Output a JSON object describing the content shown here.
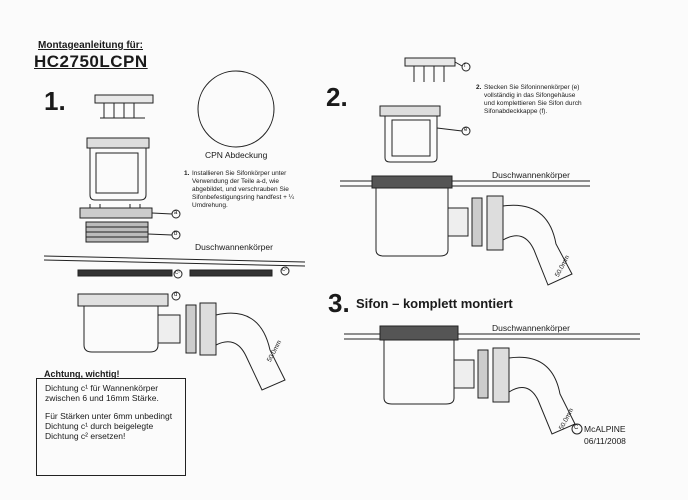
{
  "header": {
    "subtitle": "Montageanleitung für:",
    "model": "HC2750LCPN"
  },
  "step1": {
    "number": "1.",
    "cap_label": "CPN Abdeckung",
    "instruction_num": "1.",
    "instruction": "Installieren Sie Sifonkörper unter Verwendung der Teile a-d, wie abgebildet, und verschrauben Sie Sifonbefestigungsring handfest + ¼ Umdrehung.",
    "tray_label": "Duschwannenkörper",
    "parts": [
      "a",
      "b",
      "c¹",
      "c²",
      "d"
    ]
  },
  "step2": {
    "number": "2.",
    "instruction_num": "2.",
    "instruction": "Stecken Sie Sifoninnenkörper (e) vollständig in das Sifongehäuse und komplettieren Sie Sifon durch Sifonabdeckkappe (f).",
    "tray_label": "Duschwannenkörper",
    "parts": [
      "f",
      "e"
    ],
    "dim": "50.0mm"
  },
  "step3": {
    "number": "3.",
    "title": "Sifon – komplett montiert",
    "tray_label": "Duschwannenkörper",
    "dim": "50.0mm"
  },
  "warning": {
    "title": "Achtung, wichtig!",
    "line1": "Dichtung c¹ für Wannenkörper zwischen 6 und 16mm Stärke.",
    "line2": "Für Stärken unter 6mm unbedingt Dichtung c¹ durch beigelegte Dichtung c² ersetzen!"
  },
  "step1_dim": "50.0mm",
  "footer": {
    "brand": "McALPINE",
    "date": "06/11/2008"
  }
}
